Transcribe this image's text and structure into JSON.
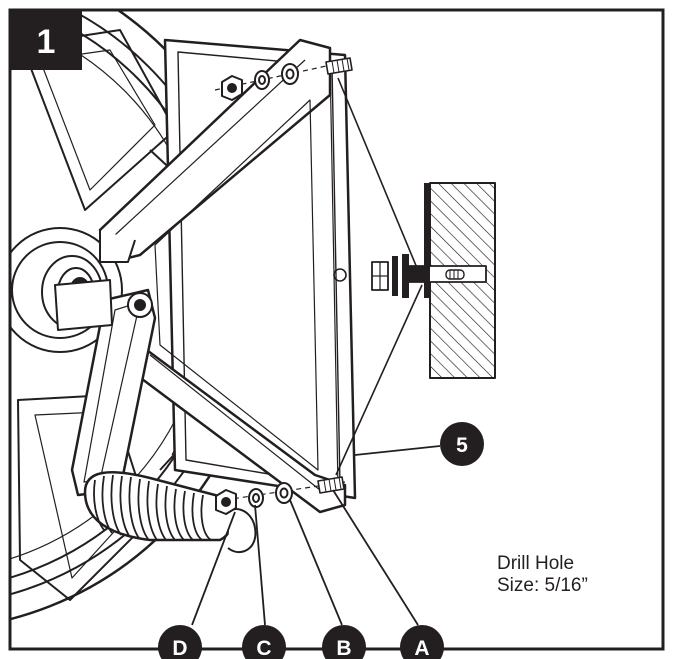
{
  "step_number": "1",
  "callouts": {
    "five": "5",
    "a": "A",
    "b": "B",
    "c": "C",
    "d": "D"
  },
  "note": {
    "line1": "Drill Hole",
    "line2": "Size: 5/16”"
  },
  "colors": {
    "ink": "#231f20",
    "background": "#ffffff"
  }
}
